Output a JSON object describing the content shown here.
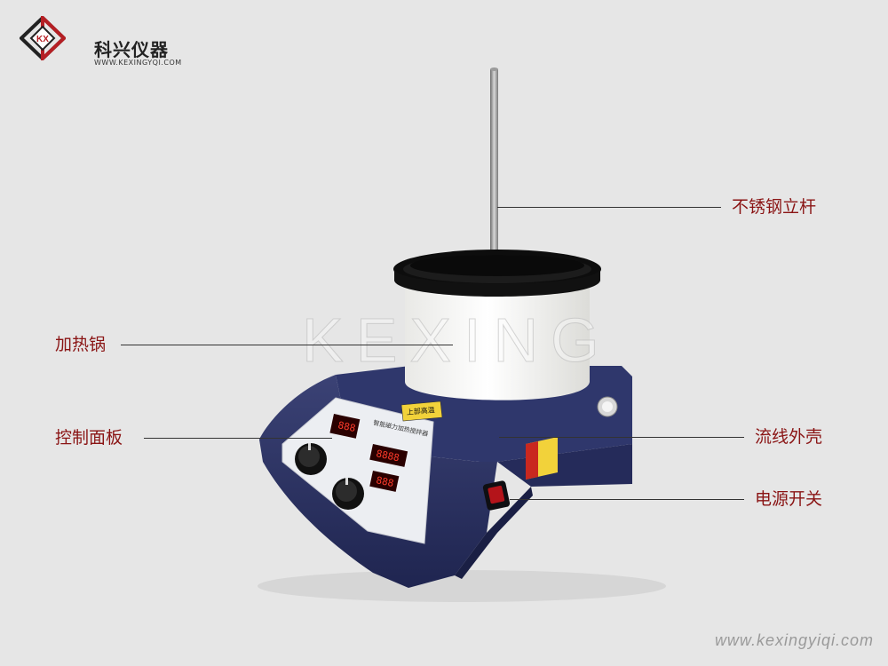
{
  "brand": {
    "name_cn": "科兴仪器",
    "url": "WWW.KEXINGYQI.COM",
    "mark_letters": "KX",
    "accent": "#b51f24"
  },
  "watermark": "KEXING",
  "site_url": "www.kexingyiqi.com",
  "colors": {
    "background": "#e6e6e6",
    "label": "#8a1414",
    "body_blue": "#2b3366",
    "pot": "#f7f7f5"
  },
  "callouts": {
    "rod": "不锈钢立杆",
    "pot": "加热锅",
    "panel": "控制面板",
    "shell": "流线外壳",
    "switch": "电源开关"
  },
  "device": {
    "panel_title": "智能磁力加热搅拌器",
    "warning_top": "上部高温",
    "display_1": "888",
    "display_2": "8888",
    "display_3": "888"
  }
}
